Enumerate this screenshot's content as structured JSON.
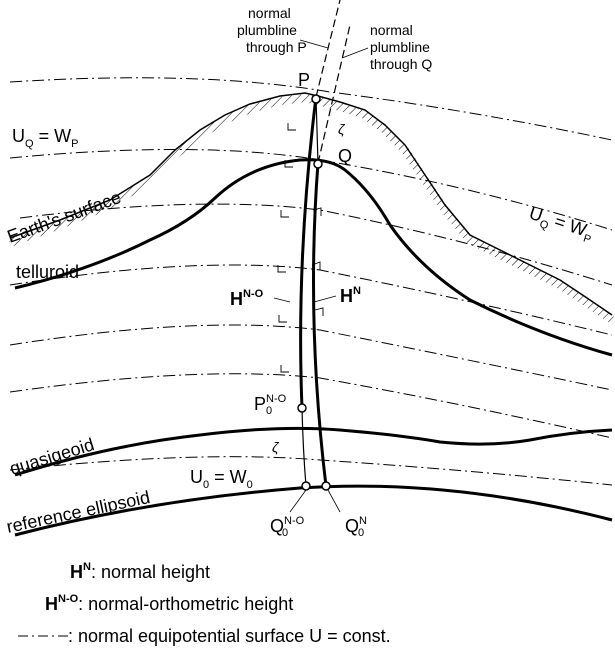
{
  "labels": {
    "normal_plumbline_P": [
      "normal",
      "plumbline",
      "through P"
    ],
    "normal_plumbline_Q": [
      "normal",
      "plumbline",
      "through Q"
    ],
    "point_P": "P",
    "point_Q": "Q",
    "zeta_top": "ζ",
    "zeta_bottom": "ζ",
    "earths_surface": "Earth's surface",
    "telluroid": "telluroid",
    "quasigeoid": "quasigeoid",
    "reference_ellipsoid": "reference ellipsoid",
    "UQ_WP_left": {
      "u": "U",
      "u_sub": "Q",
      "eq": " = ",
      "w": "W",
      "w_sub": "P"
    },
    "UQ_WP_right": {
      "u": "U",
      "u_sub": "Q",
      "eq": " = ",
      "w": "W",
      "w_sub": "P"
    },
    "U0_W0": {
      "u": "U",
      "u_sub": "0",
      "eq": " = ",
      "w": "W",
      "w_sub": "0"
    },
    "H_NO": {
      "h": "H",
      "sup": "N-O"
    },
    "H_N": {
      "h": "H",
      "sup": "N"
    },
    "P0_NO": {
      "p": "P",
      "sub": "0",
      "sup": "N-O"
    },
    "Q0_NO": {
      "p": "Q",
      "sub": "0",
      "sup": "N-O"
    },
    "Q0_N": {
      "p": "Q",
      "sub": "0",
      "sup": "N"
    }
  },
  "legend": [
    {
      "symbol": "H",
      "sup": "N",
      "text": ": normal height"
    },
    {
      "symbol": "H",
      "sup": "N-O",
      "text": ": normal-orthometric height"
    },
    {
      "symbol": "— · —",
      "sup": "",
      "text": ": normal equipotential surface U = const."
    }
  ]
}
